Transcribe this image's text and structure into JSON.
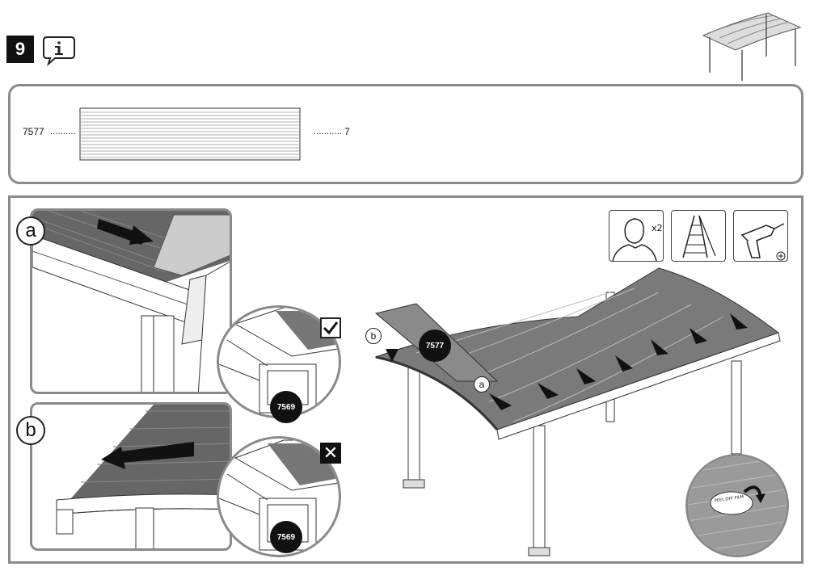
{
  "step": {
    "number": "9",
    "info_icon": "info-icon"
  },
  "parts": {
    "left_code": "7577",
    "left_dots": "..........",
    "right_dots": "...........",
    "quantity": "7"
  },
  "details": {
    "a_label": "a",
    "b_label": "b",
    "profile_part_top": "7569",
    "profile_part_bottom": "7569",
    "correct_icon": "checkmark-icon",
    "wrong_icon": "x-icon"
  },
  "main": {
    "sheet_code": "7577",
    "label_a": "a",
    "label_b": "b",
    "people_count": "x2",
    "tools": [
      "two-person-icon",
      "ladder-icon",
      "drill-icon"
    ],
    "sticker_text": "PEEL OFF FILM"
  }
}
